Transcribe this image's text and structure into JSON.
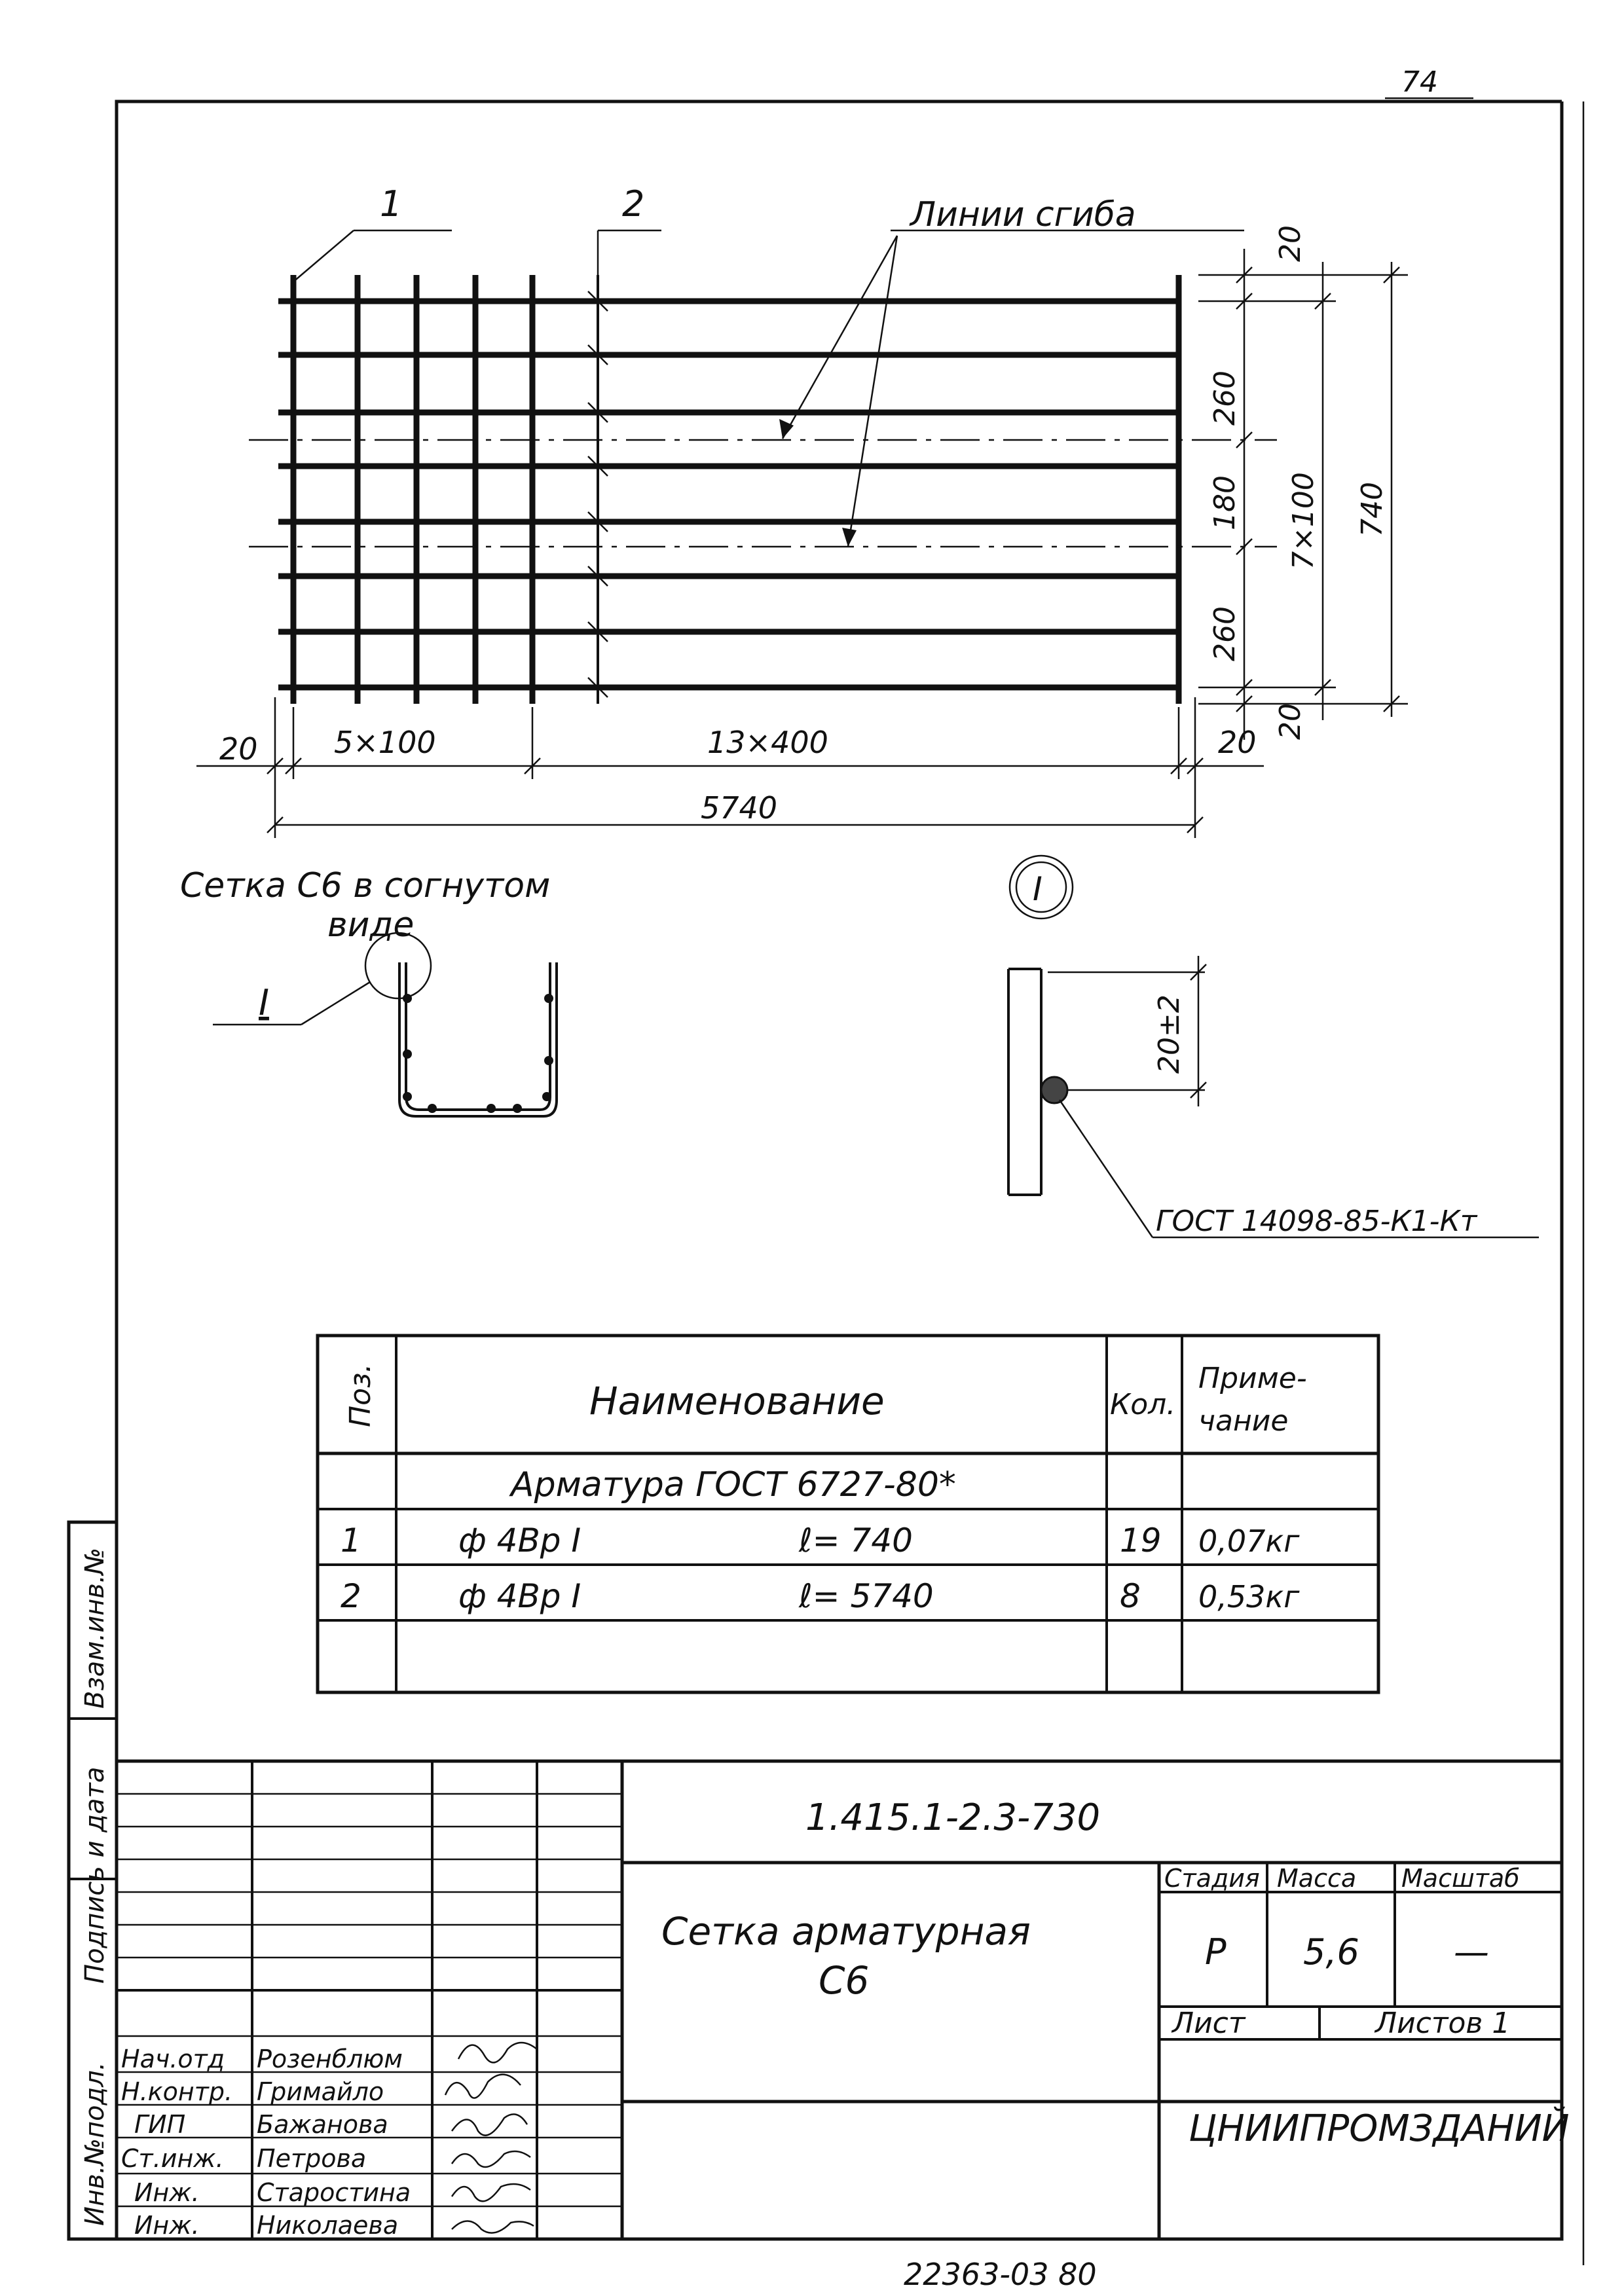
{
  "sheet_number_top": "74",
  "labels": {
    "pos_1": "1",
    "pos_2": "2",
    "bend_lines": "Линии сгиба",
    "bent_title_line1": "Сетка С6 в согнутом",
    "bent_title_line2": "виде",
    "detail_mark": "I",
    "detail_circle": "I",
    "gost_weld": "ГОСТ 14098-85-К1-Кт"
  },
  "dimensions": {
    "left_20": "20",
    "left_5x100": "5×100",
    "mid_13x400": "13×400",
    "right_20": "20",
    "total_5740": "5740",
    "v_top_20": "20",
    "v_260_top": "260",
    "v_180": "180",
    "v_260_bottom": "260",
    "v_bottom_20": "20",
    "v_7x100": "7×100",
    "v_740": "740",
    "detail_20": "20±2"
  },
  "spec_table": {
    "headers": {
      "pos": "Поз.",
      "name": "Наименование",
      "qty": "Кол.",
      "note_line1": "Приме-",
      "note_line2": "чание"
    },
    "group_title": "Арматура ГОСТ 6727-80*",
    "rows": [
      {
        "pos": "1",
        "name": "ф 4Вр I",
        "length": "ℓ= 740",
        "qty": "19",
        "note": "0,07кг"
      },
      {
        "pos": "2",
        "name": "ф 4Вр I",
        "length": "ℓ= 5740",
        "qty": "8",
        "note": "0,53кг"
      }
    ]
  },
  "side_stamp": {
    "inv_podl": "Инв.№подл.",
    "podpis_data": "Подпись и дата",
    "vzam_inv": "Взам.инв.№"
  },
  "title_block": {
    "doc_code": "1.415.1-2.3-730",
    "title_line1": "Сетка арматурная",
    "title_line2": "С6",
    "stage_label": "Стадия",
    "mass_label": "Масса",
    "scale_label": "Масштаб",
    "stage_value": "Р",
    "mass_value": "5,6",
    "scale_value": "—",
    "sheet_label": "Лист",
    "sheets_label": "Листов 1",
    "organization": "ЦНИИПРОМЗДАНИЙ",
    "staff": [
      {
        "role": "Нач.отд",
        "name": "Розенблюм"
      },
      {
        "role": "Н.контр.",
        "name": "Гримайло"
      },
      {
        "role": "ГИП",
        "name": "Бажанова"
      },
      {
        "role": "Ст.инж.",
        "name": "Петрова"
      },
      {
        "role": "Инж.",
        "name": "Старостина"
      },
      {
        "role": "Инж.",
        "name": "Николаева"
      }
    ]
  },
  "bottom_code": "22363-03 80"
}
